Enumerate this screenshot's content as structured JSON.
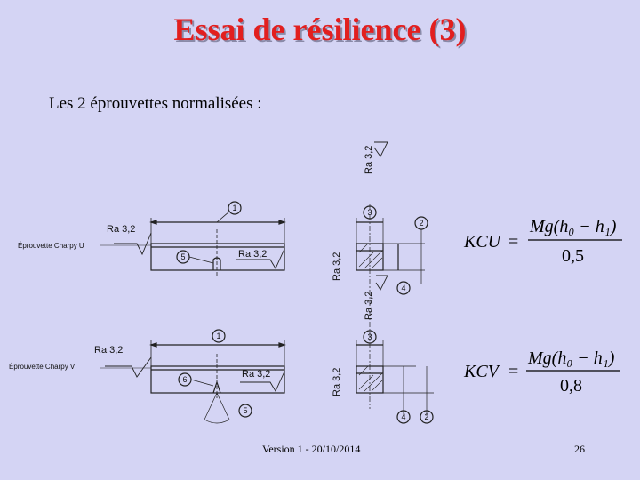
{
  "slide": {
    "title": "Essai de résilience (3)",
    "subtitle": "Les 2 éprouvettes normalisées :"
  },
  "figure": {
    "label_u": "Éprouvette Charpy U",
    "label_v": "Éprouvette Charpy V",
    "roughness": "Ra 3,2",
    "callouts": [
      "1",
      "2",
      "3",
      "4",
      "5",
      "6"
    ]
  },
  "formulas": {
    "kcu": {
      "lhs": "KCU",
      "numerator": "Mg(h₀ − h₁)",
      "denominator": "0,5"
    },
    "kcv": {
      "lhs": "KCV",
      "numerator": "Mg(h₀ − h₁)",
      "denominator": "0,8"
    }
  },
  "footer": {
    "version": "Version 1 - 20/10/2014",
    "page": "26"
  },
  "colors": {
    "background": "#d4d4f4",
    "title": "#e21f1f"
  }
}
